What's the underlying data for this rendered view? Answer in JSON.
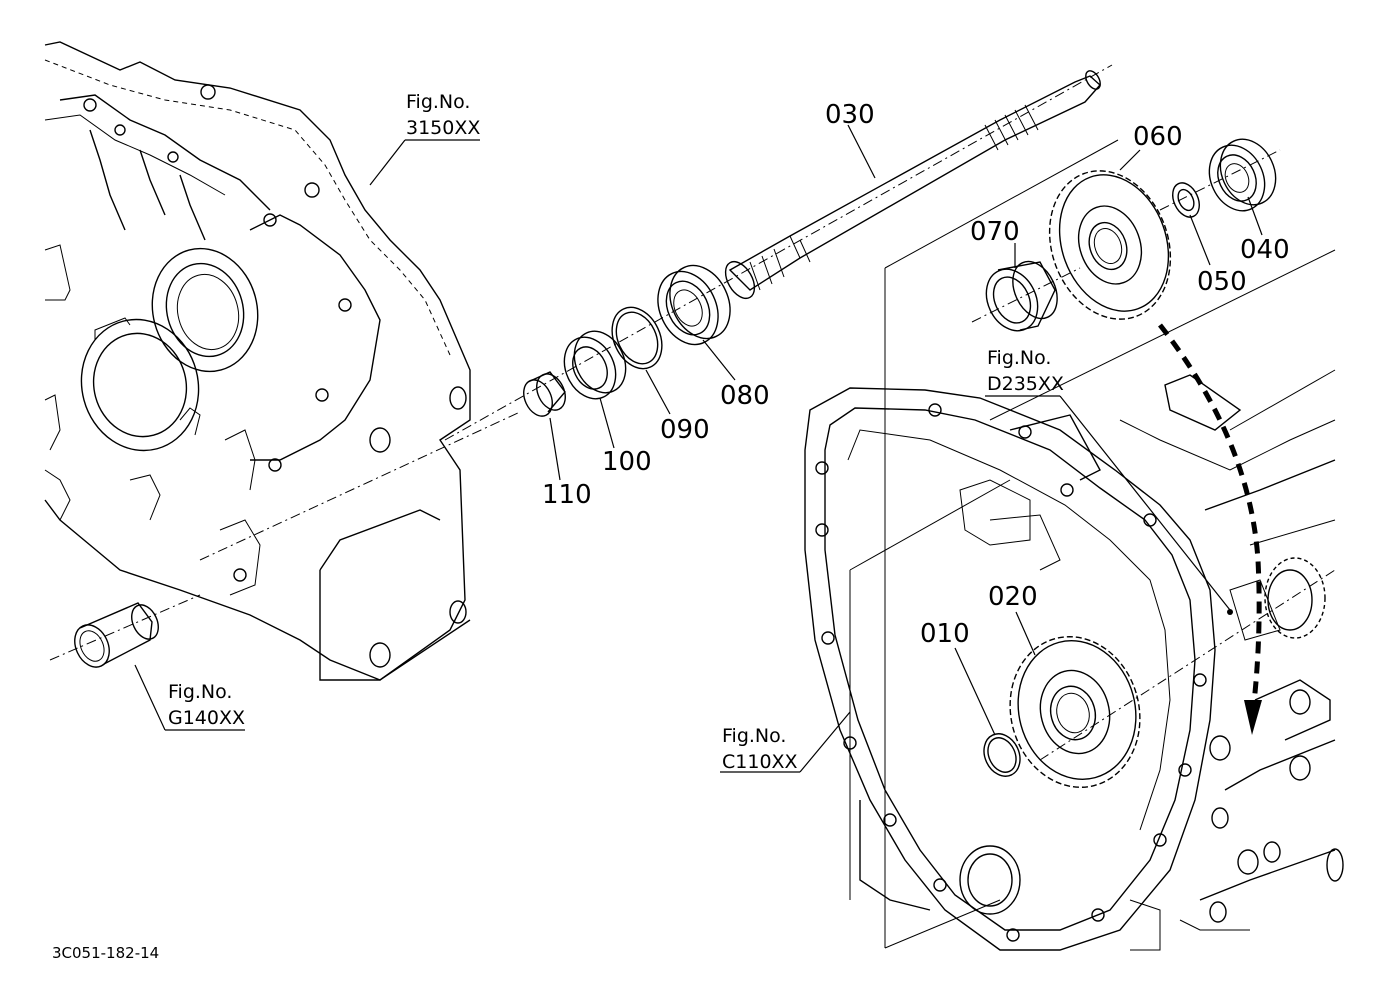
{
  "drawing_id": "3C051-182-14",
  "parts": [
    {
      "id": "p010",
      "number": "010"
    },
    {
      "id": "p020",
      "number": "020"
    },
    {
      "id": "p030",
      "number": "030"
    },
    {
      "id": "p040",
      "number": "040"
    },
    {
      "id": "p050",
      "number": "050"
    },
    {
      "id": "p060",
      "number": "060"
    },
    {
      "id": "p070",
      "number": "070"
    },
    {
      "id": "p080",
      "number": "080"
    },
    {
      "id": "p090",
      "number": "090"
    },
    {
      "id": "p100",
      "number": "100"
    },
    {
      "id": "p110",
      "number": "110"
    }
  ],
  "figure_refs": [
    {
      "id": "fig3150",
      "label": "Fig.No.",
      "code": "3150XX"
    },
    {
      "id": "figD235",
      "label": "Fig.No.",
      "code": "D235XX"
    },
    {
      "id": "figG140",
      "label": "Fig.No.",
      "code": "G140XX"
    },
    {
      "id": "figC110",
      "label": "Fig.No.",
      "code": "C110XX"
    }
  ]
}
